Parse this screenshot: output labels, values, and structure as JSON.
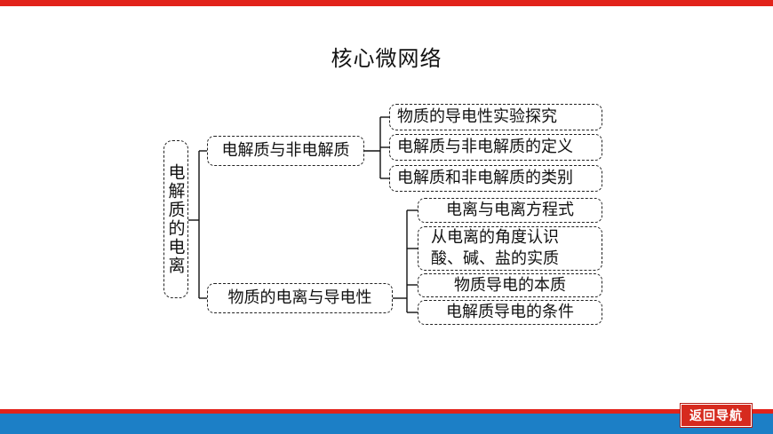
{
  "title": "核心微网络",
  "root": {
    "label": "电解质的电离"
  },
  "branches": [
    {
      "label": "电解质与非电解质",
      "children": [
        "物质的导电性实验探究",
        "电解质与非电解质的定义",
        "电解质和非电解质的类别"
      ]
    },
    {
      "label": "物质的电离与导电性",
      "children": [
        "电离与电离方程式",
        [
          "从电离的角度认识",
          "酸、碱、盐的实质"
        ],
        "物质导电的本质",
        "电解质导电的条件"
      ]
    }
  ],
  "nav": {
    "back_label": "返回导航"
  },
  "colors": {
    "top_bar": "#e2231a",
    "bottom_bar": "#1c7fc6",
    "nav_button": "#d62a1e"
  }
}
